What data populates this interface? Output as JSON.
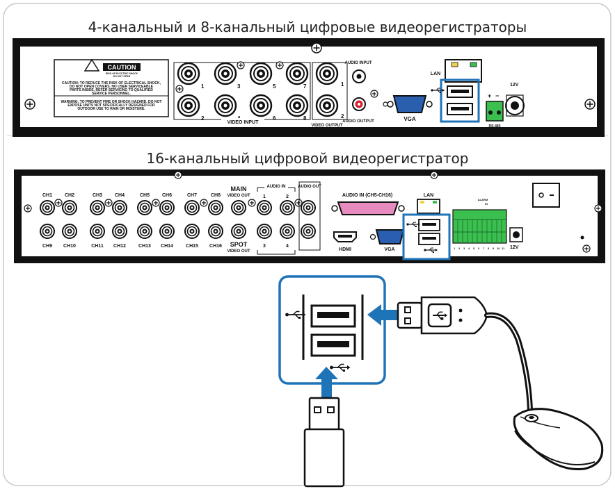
{
  "titles": {
    "top": "4-канальный и 8-канальный цифровые видеорегистраторы",
    "bottom": "16-канальный цифровой видеорегистратор"
  },
  "dvr8": {
    "caution": "CAUTION",
    "caution_sub1": "RISK OF ELECTRIC SHOCK",
    "caution_sub2": "DO NOT OPEN",
    "caution_text": [
      "CAUTION: TO REDUCE THE RISK OF ELECTRICAL SHOCK,",
      "DO NOT OPEN COVERS. NO USER SERVICEABLE",
      "PARTS INSIDE. REFER SERVICING TO QUALIFIED",
      "SERVICE PERSONNEL."
    ],
    "warning_text": [
      "WARNING: TO PREVENT FIRE OR SHOCK HAZARD, DO NOT",
      "EXPOSE UNITS NOT SPECIFICALLY DESIGNED FOR",
      "OUTDOOR USE TO RAIN OR MOISTURE."
    ],
    "video_input": "VIDEO INPUT",
    "channel_numbers": [
      "1",
      "2",
      "3",
      "4",
      "5",
      "6",
      "7",
      "8"
    ],
    "video_output": "VIDEO OUTPUT",
    "video_output_numbers": [
      "1",
      "2"
    ],
    "audio_input": "AUDIO INPUT",
    "audio_output": "AUDIO OUTPUT",
    "vga": "VGA",
    "lan": "LAN",
    "rs485": "RS-485",
    "power": "12V",
    "plus": "+",
    "minus": "−"
  },
  "dvr16": {
    "channels_top": [
      "CH1",
      "CH2",
      "CH3",
      "CH4",
      "CH5",
      "CH6",
      "CH7",
      "CH8"
    ],
    "channels_bottom": [
      "CH9",
      "CH10",
      "CH11",
      "CH12",
      "CH13",
      "CH14",
      "CH15",
      "CH16"
    ],
    "main_video_out": "MAIN",
    "main_video_out_sub": "VIDEO OUT",
    "spot_video_out": "SPOT",
    "spot_video_out_sub": "VIDEO OUT",
    "audio_in": "AUDIO IN",
    "audio_out": "AUDIO OUT",
    "audio_numbers": [
      "1",
      "2",
      "3",
      "4"
    ],
    "audio_in_port": "AUDIO IN (CH5-CH16)",
    "hdmi": "HDMI",
    "vga": "VGA",
    "lan": "LAN",
    "power": "12V",
    "alarm": "ALARM",
    "alarm_in": "IN",
    "terminal_numbers": [
      "1",
      "2",
      "3",
      "4",
      "5",
      "6",
      "7",
      "8",
      "9",
      "10",
      "11"
    ]
  },
  "colors": {
    "highlight": "#1f73b7",
    "arrow": "#1f73b7",
    "panel_fill": "#ffffff",
    "line": "#1a1a1a",
    "terminal_green": "#3bbf4f",
    "rca_red": "#d6202f",
    "vga_blue": "#2a5fb0",
    "audio_port_pink": "#e88cc0"
  },
  "icons": [
    "usb-icon",
    "usb-mouse",
    "usb-flash-drive",
    "bnc-connector",
    "ground-screw-icon",
    "power-switch"
  ]
}
